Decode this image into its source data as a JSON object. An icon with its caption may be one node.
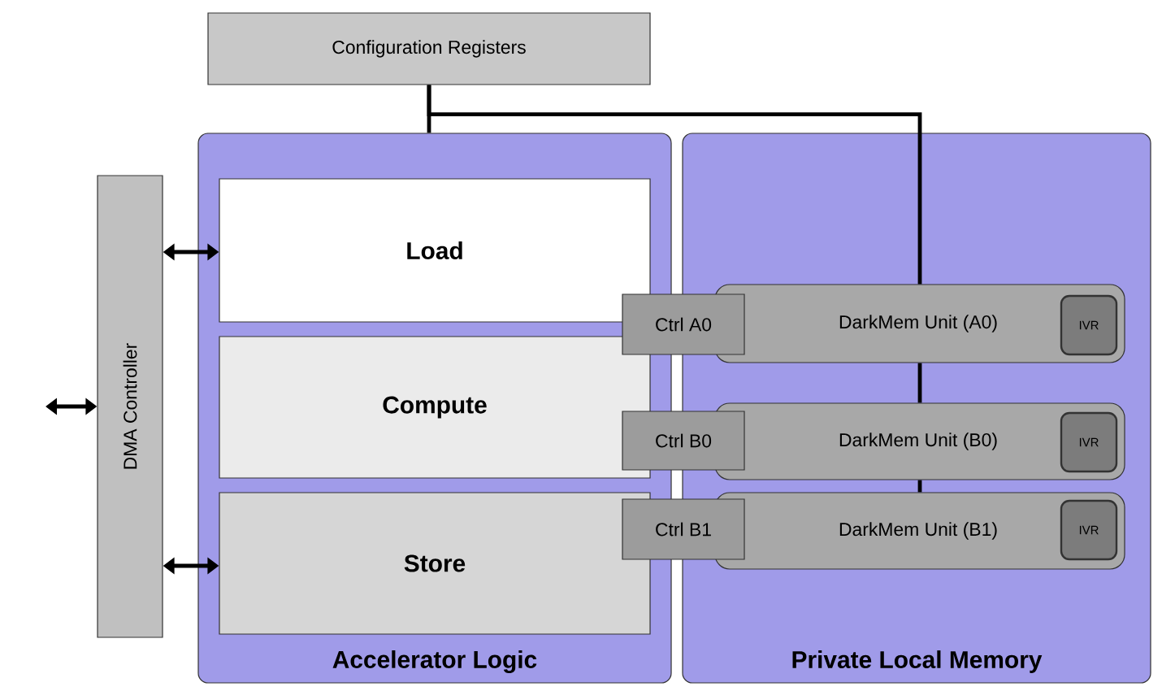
{
  "diagram": {
    "nodes": [
      {
        "text": [
          "Configuration Registers"
        ]
      },
      {
        "text": [
          "DMA Controller"
        ]
      },
      {
        "text": [
          "Accelerator Logic"
        ]
      },
      {
        "text": [
          "Load"
        ],
        "in": 2
      },
      {
        "text": [
          "Compute"
        ],
        "in": 2
      },
      {
        "text": [
          "Store"
        ],
        "in": 2
      },
      {
        "text": [
          "Private Local Memory"
        ]
      },
      {
        "text": [
          "Ctrl A0"
        ]
      },
      {
        "text": [
          "DarkMem Unit (A0)"
        ],
        "in": 6
      },
      {
        "text": [
          "IVR"
        ],
        "in": 8
      },
      {
        "text": [
          "Ctrl B0"
        ]
      },
      {
        "text": [
          "DarkMem Unit (B0)"
        ],
        "in": 6
      },
      {
        "text": [
          "IVR"
        ],
        "in": 11
      },
      {
        "text": [
          "Ctrl B1"
        ]
      },
      {
        "text": [
          "DarkMem Unit (B1)"
        ],
        "in": 6
      },
      {
        "text": [
          "IVR"
        ],
        "in": 14
      }
    ],
    "edges": [
      {
        "from": 0,
        "to": 2,
        "arrow": "none"
      },
      {
        "from": 0,
        "to": 8,
        "arrow": "none"
      },
      {
        "from": 8,
        "to": 11,
        "arrow": "none"
      },
      {
        "from": 11,
        "to": 14,
        "arrow": "none"
      },
      {
        "from": 1,
        "to": 3,
        "arrow": "both"
      },
      {
        "from": 1,
        "to": 5,
        "arrow": "both"
      },
      {
        "from": null,
        "to": 1,
        "arrow": "both"
      }
    ]
  }
}
